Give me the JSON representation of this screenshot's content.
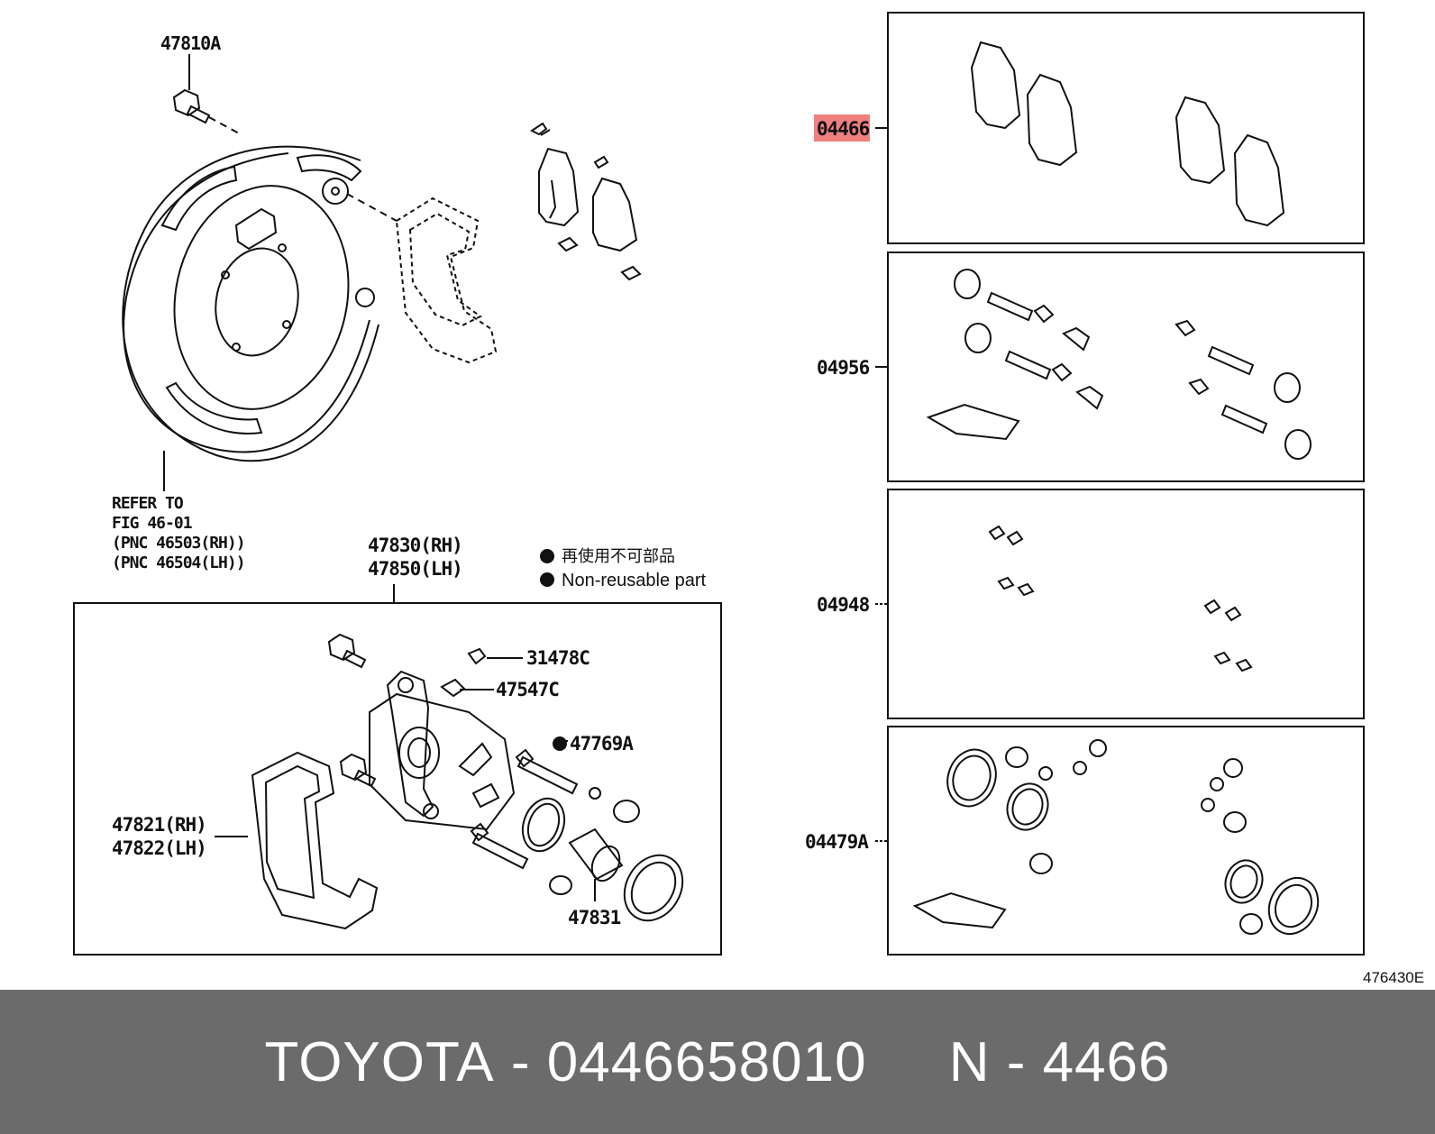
{
  "diagram": {
    "labels": {
      "bolt_top": "47810A",
      "refer_line1": "REFER TO",
      "refer_line2": "FIG 46-01",
      "refer_line3": "(PNC 46503(RH))",
      "refer_line4": "(PNC 46504(LH))",
      "caliper_rh": "47830(RH)",
      "caliper_lh": "47850(LH)",
      "bracket_rh": "47821(RH)",
      "bracket_lh": "47822(LH)",
      "cap": "31478C",
      "bleeder": "47547C",
      "pin_bolt": "47769A",
      "piston": "47831",
      "kit_pads": "04466",
      "kit_pins": "04956",
      "kit_clips": "04948",
      "kit_seals": "04479A",
      "figure_code": "476430E"
    },
    "legend": {
      "jp": "再使用不可部品",
      "en": "Non-reusable part"
    },
    "highlight_color": "#f08080"
  },
  "footer": {
    "brand": "TOYOTA",
    "part_number": "0446658010",
    "ref": "N - 4466"
  }
}
